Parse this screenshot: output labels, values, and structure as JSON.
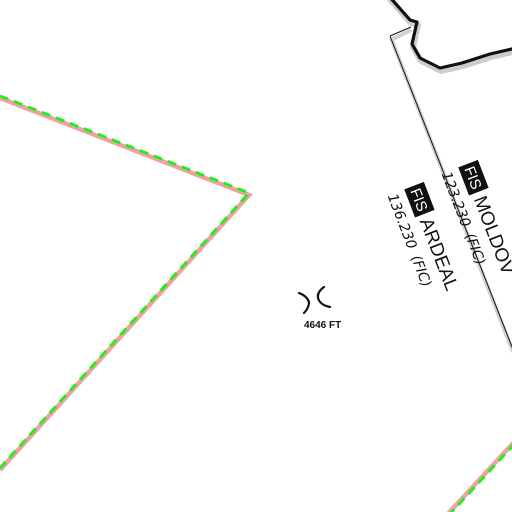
{
  "map": {
    "background_color": "#ffffff",
    "airspace_boundary": {
      "line_color": "#f4a0a0",
      "dash_color": "#22ee22"
    },
    "fir_boundary": {
      "line_color": "#111111",
      "shadow_color": "#cccccc"
    },
    "fis_sectors": [
      {
        "badge": "FIS",
        "name": "ARDEAL",
        "frequency": "136.230",
        "suffix": "(FIC)"
      },
      {
        "badge": "FIS",
        "name": "MOLDOV",
        "frequency": "123.230",
        "suffix": "(FIC)"
      }
    ],
    "pass": {
      "icon": "mountain-pass-icon",
      "elevation": "4646 FT"
    }
  }
}
